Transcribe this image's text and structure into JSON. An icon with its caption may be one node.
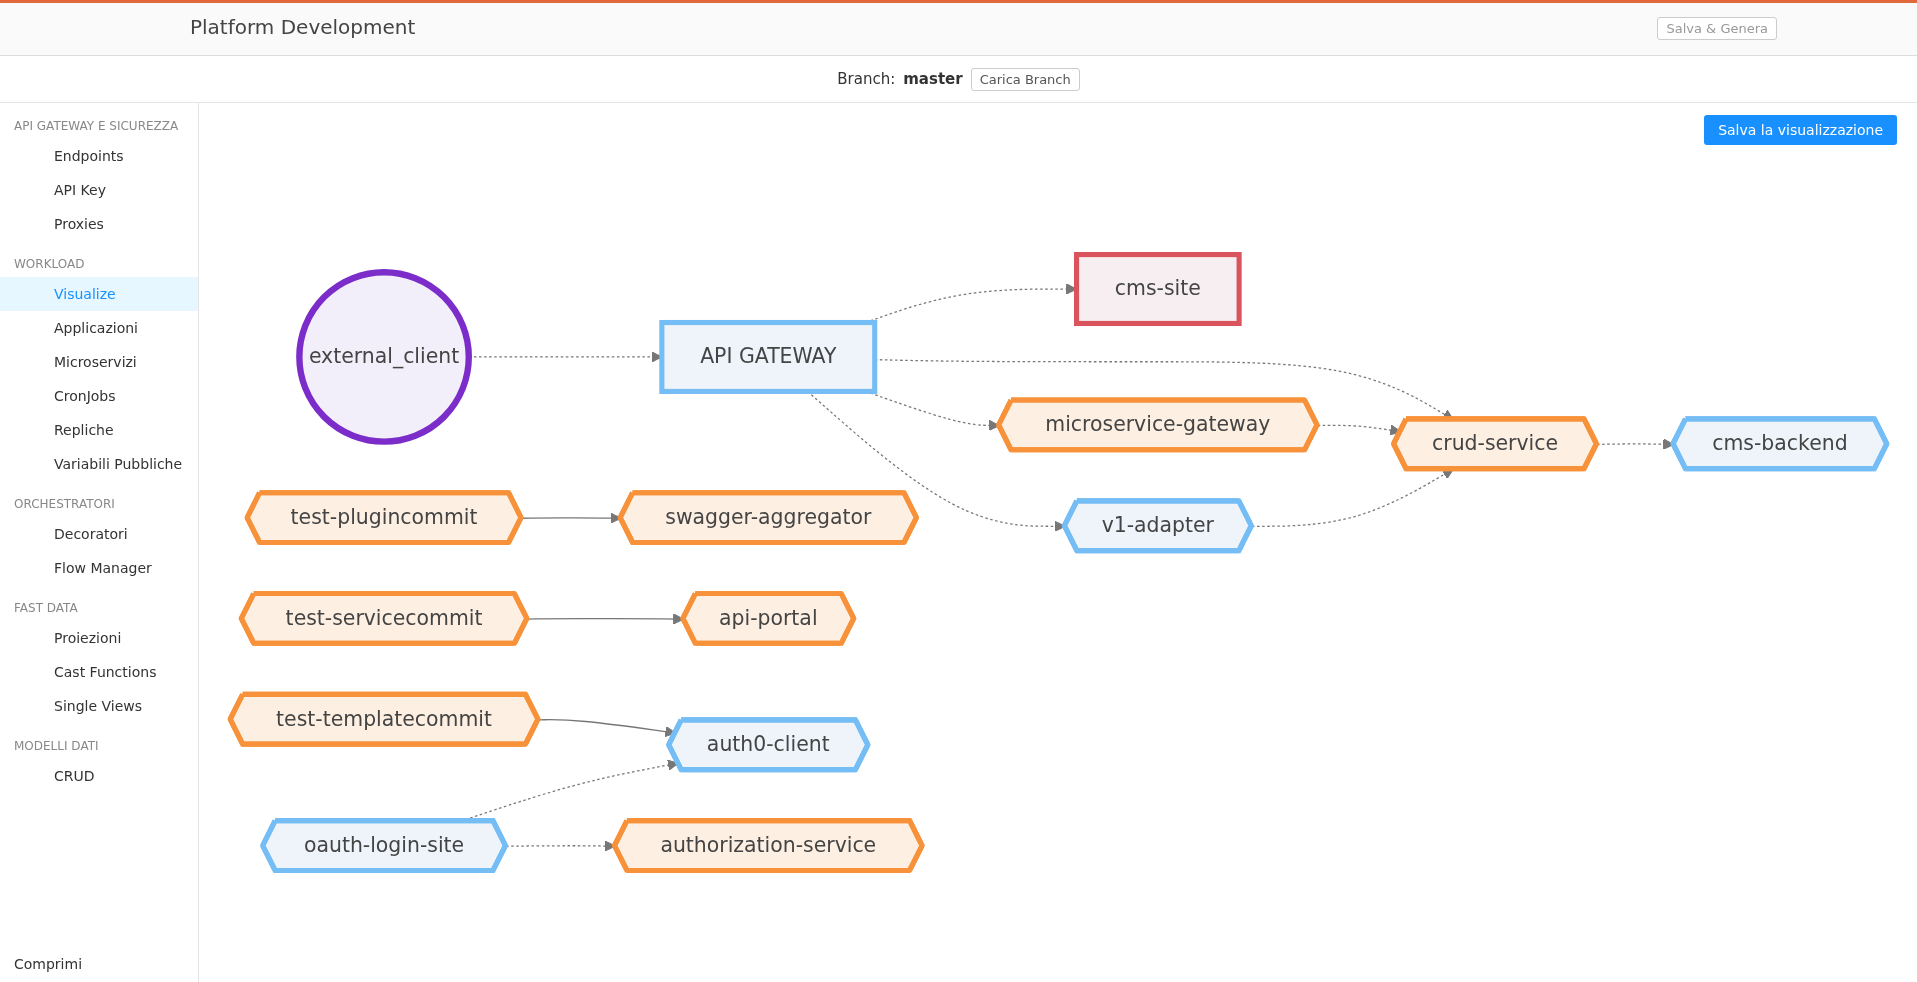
{
  "diagram": {
    "title": "Platform Development",
    "nodes": [
      {
        "text": [
          "external_client"
        ]
      },
      {
        "text": [
          "API GATEWAY"
        ]
      },
      {
        "text": [
          "cms-site"
        ]
      },
      {
        "text": [
          "microservice-gateway"
        ]
      },
      {
        "text": [
          "crud-service"
        ]
      },
      {
        "text": [
          "cms-backend"
        ]
      },
      {
        "text": [
          "v1-adapter"
        ]
      },
      {
        "text": [
          "test-plugincommit"
        ]
      },
      {
        "text": [
          "swagger-aggregator"
        ]
      },
      {
        "text": [
          "test-servicecommit"
        ]
      },
      {
        "text": [
          "api-portal"
        ]
      },
      {
        "text": [
          "test-templatecommit"
        ]
      },
      {
        "text": [
          "auth0-client"
        ]
      },
      {
        "text": [
          "oauth-login-site"
        ]
      },
      {
        "text": [
          "authorization-service"
        ]
      }
    ],
    "edges": [
      {
        "from": 0,
        "to": 1,
        "arrow": "to",
        "style": "dashed"
      },
      {
        "from": 1,
        "to": 3,
        "arrow": "to",
        "style": "dashed"
      },
      {
        "from": 1,
        "to": 2,
        "arrow": "to",
        "style": "dashed"
      },
      {
        "from": 1,
        "to": 4,
        "arrow": "to",
        "style": "dashed"
      },
      {
        "from": 3,
        "to": 4,
        "arrow": "to",
        "style": "dashed"
      },
      {
        "from": 6,
        "to": 4,
        "arrow": "to",
        "style": "dashed"
      },
      {
        "from": 1,
        "to": 6,
        "arrow": "to",
        "style": "dashed"
      },
      {
        "from": 4,
        "to": 5,
        "arrow": "to",
        "style": "dashed"
      },
      {
        "from": 7,
        "to": 8,
        "arrow": "to"
      },
      {
        "from": 9,
        "to": 10,
        "arrow": "to"
      },
      {
        "from": 11,
        "to": 12,
        "arrow": "to"
      },
      {
        "from": 13,
        "to": 12,
        "arrow": "to",
        "style": "dashed"
      },
      {
        "from": 13,
        "to": 14,
        "arrow": "to",
        "style": "dashed"
      }
    ],
    "labels": [
      "Salva & Genera",
      "Branch:",
      "master",
      "Carica Branch",
      "Salva la visualizzazione",
      "API GATEWAY E SICUREZZA",
      "Endpoints",
      "API Key",
      "Proxies",
      "WORKLOAD",
      "Visualize",
      "Applicazioni",
      "Microservizi",
      "CronJobs",
      "Repliche",
      "Variabili Pubbliche",
      "ORCHESTRATORI",
      "Decoratori",
      "Flow Manager",
      "FAST DATA",
      "Proiezioni",
      "Cast Functions",
      "Single Views",
      "MODELLI DATI",
      "CRUD",
      "Comprimi"
    ]
  }
}
